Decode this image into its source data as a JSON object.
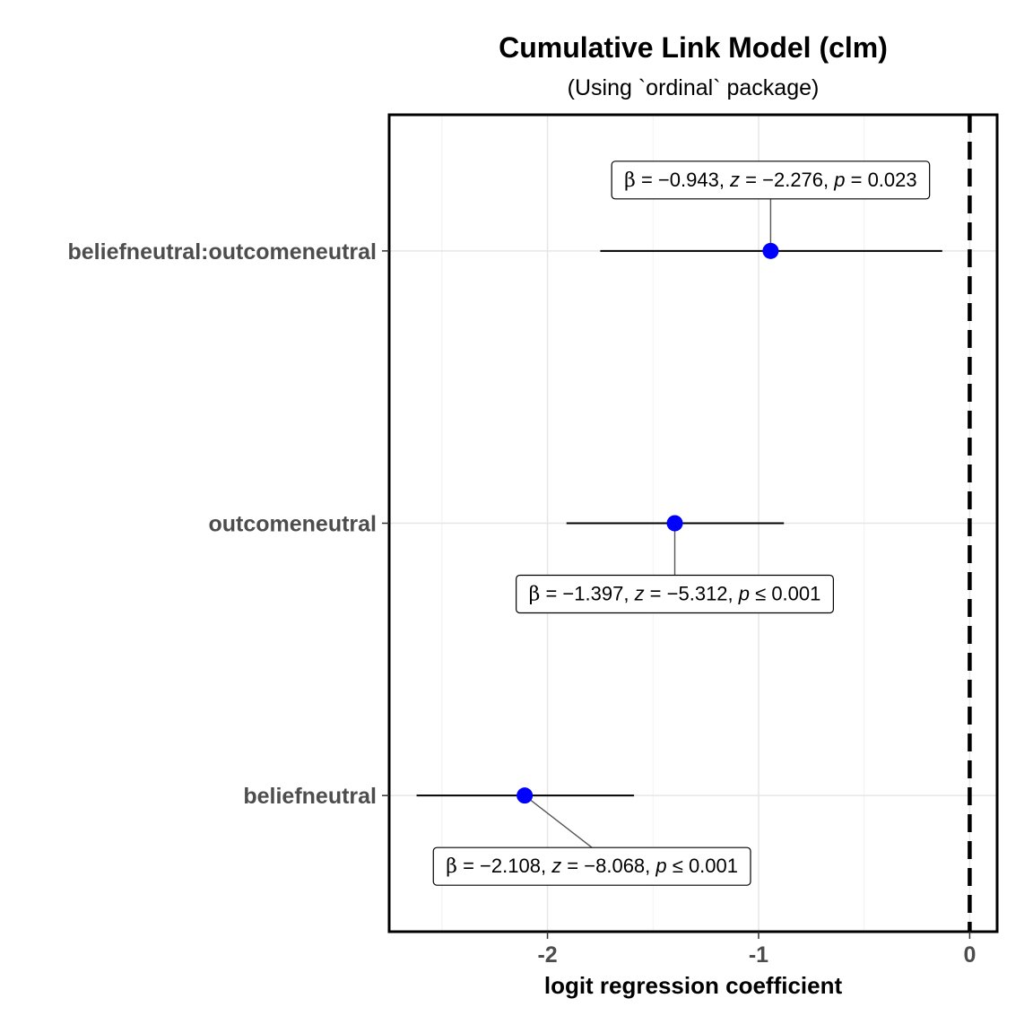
{
  "chart_data": {
    "type": "scatter",
    "title": "Cumulative Link Model (clm)",
    "subtitle": "(Using `ordinal` package)",
    "xlabel": "logit regression coefficient",
    "ylabel": "",
    "xlim": [
      -2.75,
      0.13
    ],
    "x_ticks": [
      -2,
      -1,
      0
    ],
    "x_tick_labels": [
      "-2",
      "-1",
      "0"
    ],
    "x_minor_ticks": [
      -2.5,
      -1.5,
      -0.5
    ],
    "reference_line": {
      "x": 0,
      "style": "dashed",
      "color": "#000000"
    },
    "grid": true,
    "point_color": "#0000ff",
    "terms": [
      {
        "name": "beliefneutral:outcomeneutral",
        "estimate": -0.943,
        "ci_low": -1.75,
        "ci_high": -0.13,
        "z": -2.276,
        "p": "0.023",
        "p_rel": "=",
        "label_side": "above"
      },
      {
        "name": "outcomeneutral",
        "estimate": -1.397,
        "ci_low": -1.91,
        "ci_high": -0.88,
        "z": -5.312,
        "p": "0.001",
        "p_rel": "≤",
        "label_side": "below"
      },
      {
        "name": "beliefneutral",
        "estimate": -2.108,
        "ci_low": -2.62,
        "ci_high": -1.59,
        "z": -8.068,
        "p": "0.001",
        "p_rel": "≤",
        "label_side": "below"
      }
    ]
  }
}
